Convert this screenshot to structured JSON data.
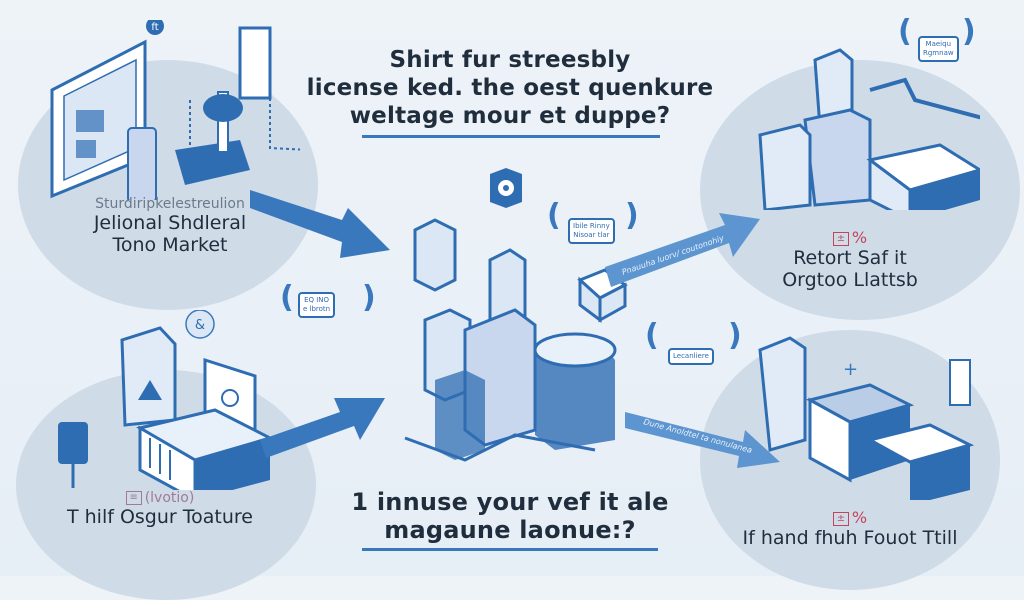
{
  "title_top": {
    "lines": [
      "Shirt fur streesbly",
      "license ked. the oest quenkure",
      "weltage mour et duppe?"
    ]
  },
  "title_bottom": {
    "lines": [
      "1 innuse your vef it ale",
      "magaune laonue:?"
    ]
  },
  "quadrants": {
    "top_left": {
      "sublabel": "Sturdiripkelestreulion",
      "lines": [
        "Jelional Shdleral",
        "Tono Market"
      ]
    },
    "top_right": {
      "icon_label": "%",
      "lines": [
        "Retort Saf it",
        "Orgtoo Llattsb"
      ]
    },
    "bottom_left": {
      "sublabel": "(lvotio)",
      "lines": [
        "T hilf Osgur Toature"
      ]
    },
    "bottom_right": {
      "icon_label": "%",
      "lines": [
        "If hand fhuh Fouot Ttill"
      ]
    }
  },
  "arrows": {
    "top_right_text": "Pnauuha luorv/ coutonohiy",
    "bottom_right_text": "Dune Anoldtel ta nonulanea"
  },
  "badges": {
    "center_top": [
      "Ibile Rinny",
      "Nisoar tlar"
    ],
    "left_mid": [
      "EQ INO",
      "e lbrotn"
    ],
    "right_mid": [
      "Lecanliere"
    ],
    "top_right_corner": [
      "Maeiqu",
      "Rgmnaw"
    ]
  },
  "colors": {
    "accent": "#3a78bd",
    "line": "#2f6db3",
    "blob": "#cfdce8",
    "background": "#eef3f8",
    "warning": "#c0455a"
  }
}
